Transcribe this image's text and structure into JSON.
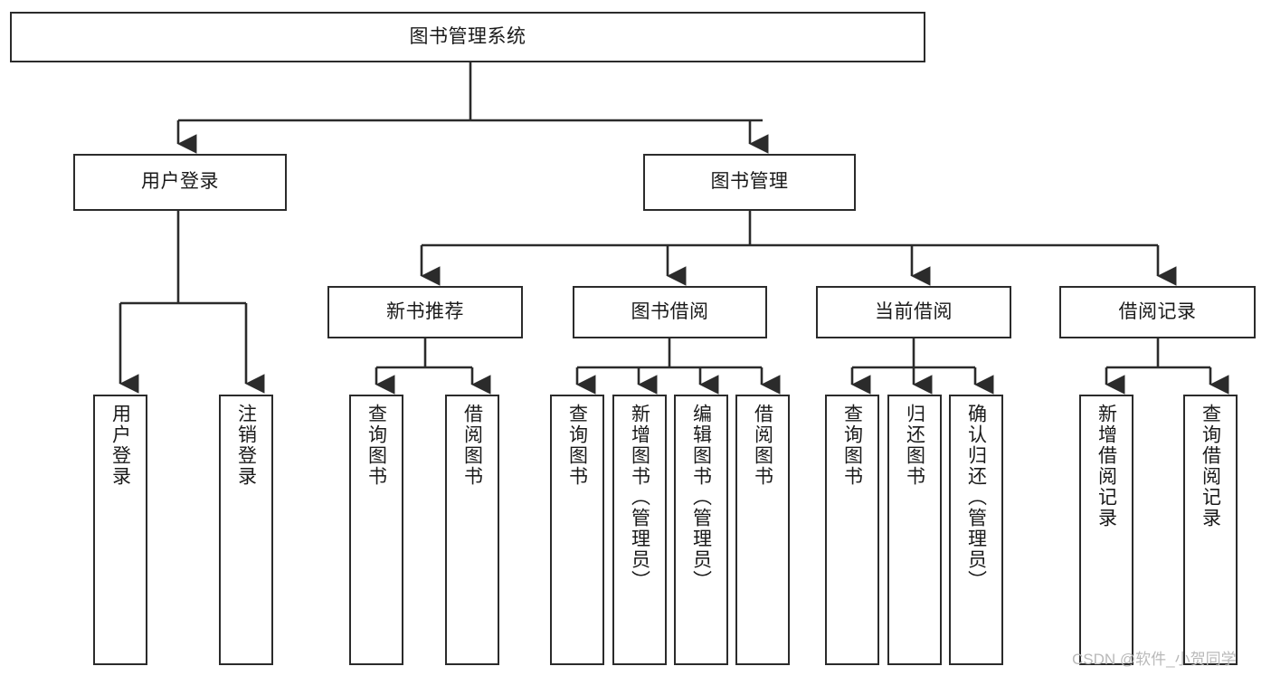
{
  "diagram": {
    "title": "图书管理系统",
    "watermark": "CSDN @软件_小贺同学",
    "line_color": "#2b2b2b",
    "box_fill": "#ffffff",
    "text_color": "#1a1a1a",
    "nodes": {
      "root": {
        "label": "图书管理系统",
        "level": "root"
      },
      "user_login": {
        "label": "用户登录",
        "level": "branch"
      },
      "book_manage": {
        "label": "图书管理",
        "level": "branch"
      },
      "new_book_rec": {
        "label": "新书推荐",
        "level": "sub"
      },
      "book_borrow": {
        "label": "图书借阅",
        "level": "sub"
      },
      "current_borrow": {
        "label": "当前借阅",
        "level": "sub"
      },
      "borrow_record": {
        "label": "借阅记录",
        "level": "sub"
      },
      "leaf_user_login": {
        "label": "用户登录",
        "level": "leaf"
      },
      "leaf_logout": {
        "label": "注销登录",
        "level": "leaf"
      },
      "leaf_query_book_1": {
        "label": "查询图书",
        "level": "leaf"
      },
      "leaf_borrow_book_1": {
        "label": "借阅图书",
        "level": "leaf"
      },
      "leaf_query_book_2": {
        "label": "查询图书",
        "level": "leaf"
      },
      "leaf_add_book": {
        "label": "新增图书（管理员）",
        "level": "leaf"
      },
      "leaf_edit_book": {
        "label": "编辑图书（管理员）",
        "level": "leaf"
      },
      "leaf_borrow_book_2": {
        "label": "借阅图书",
        "level": "leaf"
      },
      "leaf_query_book_3": {
        "label": "查询图书",
        "level": "leaf"
      },
      "leaf_return_book": {
        "label": "归还图书",
        "level": "leaf"
      },
      "leaf_confirm_return": {
        "label": "确认归还（管理员）",
        "level": "leaf"
      },
      "leaf_add_record": {
        "label": "新增借阅记录",
        "level": "leaf"
      },
      "leaf_query_record": {
        "label": "查询借阅记录",
        "level": "leaf"
      }
    },
    "hierarchy": {
      "图书管理系统": {
        "用户登录": [
          "用户登录",
          "注销登录"
        ],
        "图书管理": {
          "新书推荐": [
            "查询图书",
            "借阅图书"
          ],
          "图书借阅": [
            "查询图书",
            "新增图书（管理员）",
            "编辑图书（管理员）",
            "借阅图书"
          ],
          "当前借阅": [
            "查询图书",
            "归还图书",
            "确认归还（管理员）"
          ],
          "借阅记录": [
            "新增借阅记录",
            "查询借阅记录"
          ]
        }
      }
    }
  }
}
